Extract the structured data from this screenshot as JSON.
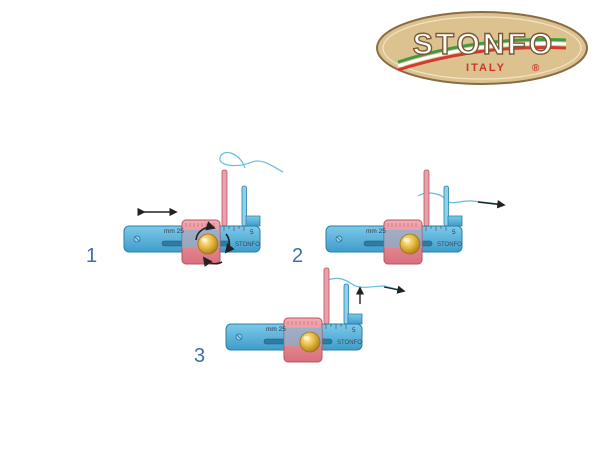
{
  "logo": {
    "brand": "STONFO",
    "country": "ITALY",
    "registered": "®",
    "colors": {
      "fill": "#dcc28f",
      "border": "#8a6b43",
      "text": "#ffffff",
      "stroke": "#7a5a34",
      "green": "#3f9a45",
      "red": "#d23a2e",
      "country_text": "#c8362a"
    }
  },
  "tool": {
    "scale_text": "mm 25",
    "scale_end": "5",
    "brand_mark": "STONFO",
    "colors": {
      "body": "#55b4db",
      "body_edge": "#2a7fa8",
      "pink": "#e58b95",
      "pink_edge": "#b95560",
      "knob": "#e2b33b",
      "knob_edge": "#9a7418",
      "pin_light": "#8fd0ec",
      "line": "#62bde0",
      "arrow": "#222222"
    }
  },
  "steps": [
    {
      "number": "1",
      "icons": [
        "double-arrow-icon",
        "rotate-arrows-icon"
      ]
    },
    {
      "number": "2",
      "icons": [
        "pull-arrow-icon"
      ]
    },
    {
      "number": "3",
      "icons": [
        "up-arrow-icon",
        "pull-arrow-icon"
      ]
    }
  ]
}
